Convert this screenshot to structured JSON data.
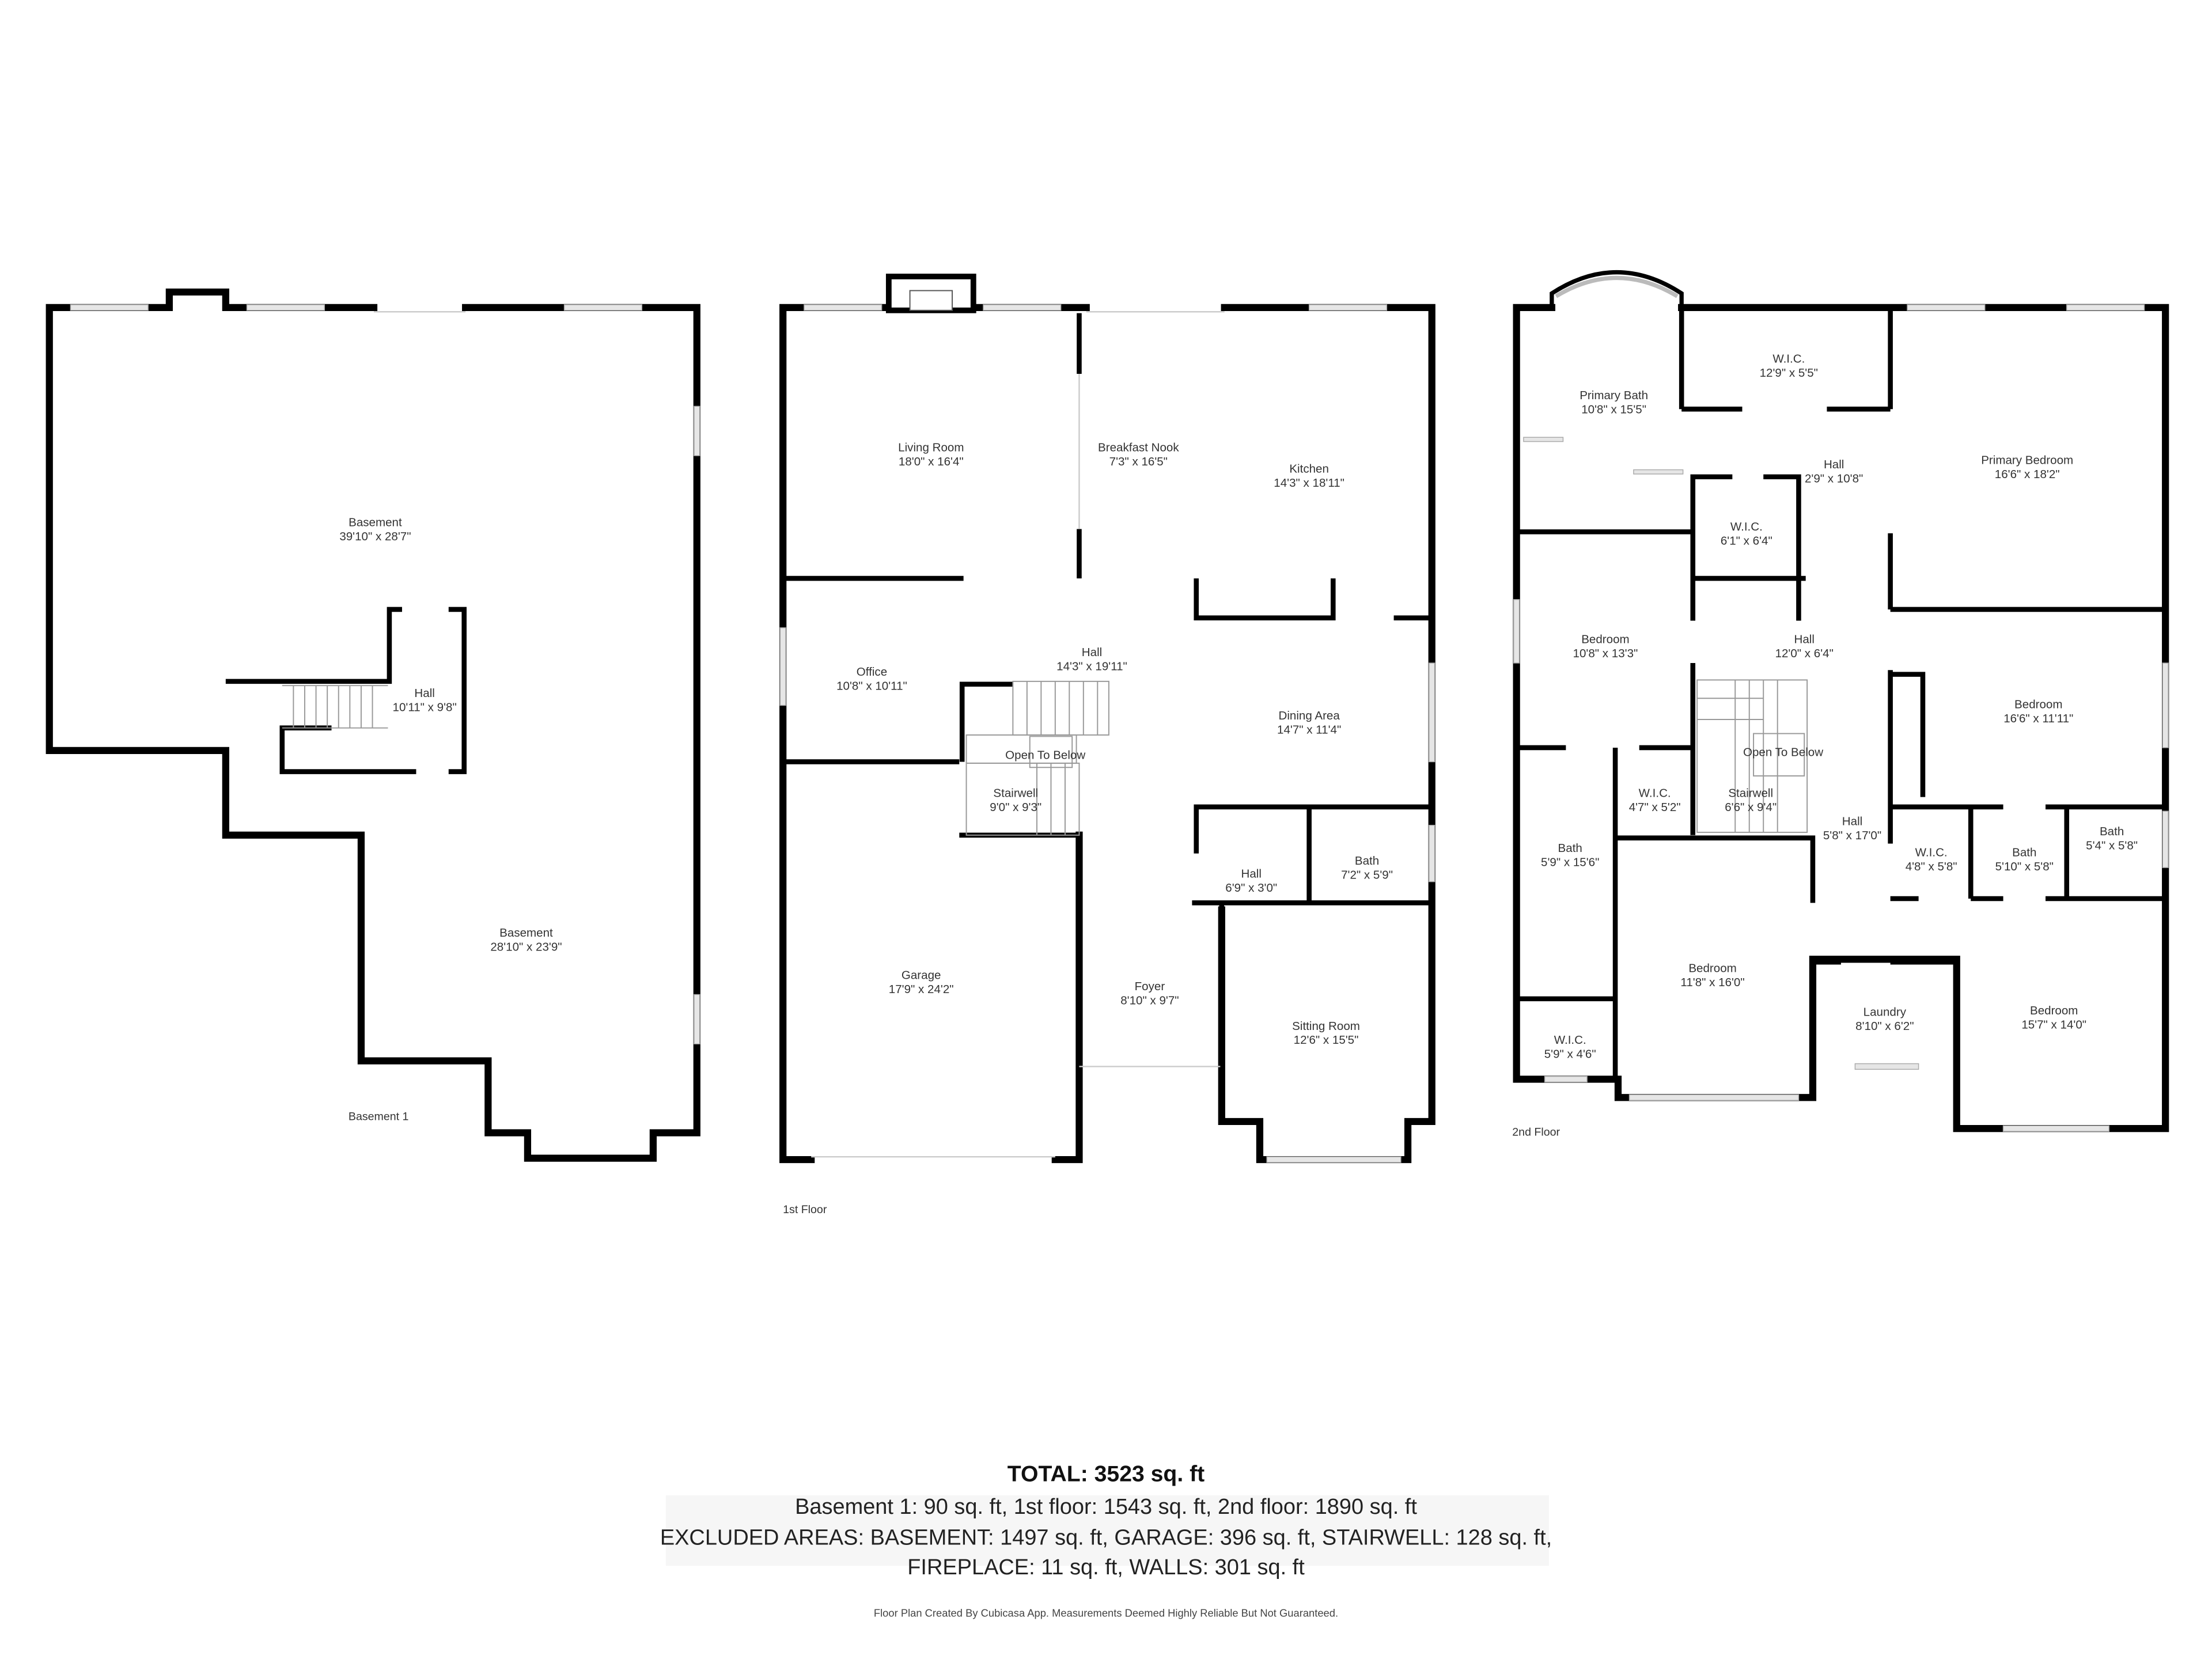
{
  "floors": [
    {
      "label": "Basement 1",
      "rooms": [
        {
          "name": "Basement",
          "dims": "39'10\" x 28'7\""
        },
        {
          "name": "Hall",
          "dims": "10'11\" x 9'8\""
        },
        {
          "name": "Basement",
          "dims": "28'10\" x 23'9\""
        }
      ]
    },
    {
      "label": "1st Floor",
      "rooms": [
        {
          "name": "Living Room",
          "dims": "18'0\" x 16'4\""
        },
        {
          "name": "Breakfast Nook",
          "dims": "7'3\" x 16'5\""
        },
        {
          "name": "Kitchen",
          "dims": "14'3\" x 18'11\""
        },
        {
          "name": "Office",
          "dims": "10'8\" x 10'11\""
        },
        {
          "name": "Hall",
          "dims": "14'3\" x 19'11\""
        },
        {
          "name": "Dining Area",
          "dims": "14'7\" x 11'4\""
        },
        {
          "name": "Open To Below",
          "dims": ""
        },
        {
          "name": "Stairwell",
          "dims": "9'0\" x 9'3\""
        },
        {
          "name": "Hall",
          "dims": "6'9\" x 3'0\""
        },
        {
          "name": "Bath",
          "dims": "7'2\" x 5'9\""
        },
        {
          "name": "Garage",
          "dims": "17'9\" x 24'2\""
        },
        {
          "name": "Foyer",
          "dims": "8'10\" x 9'7\""
        },
        {
          "name": "Sitting Room",
          "dims": "12'6\" x 15'5\""
        }
      ]
    },
    {
      "label": "2nd Floor",
      "rooms": [
        {
          "name": "Primary Bath",
          "dims": "10'8\" x 15'5\""
        },
        {
          "name": "W.I.C.",
          "dims": "12'9\" x 5'5\""
        },
        {
          "name": "Hall",
          "dims": "2'9\" x 10'8\""
        },
        {
          "name": "W.I.C.",
          "dims": "6'1\" x 6'4\""
        },
        {
          "name": "Primary Bedroom",
          "dims": "16'6\" x 18'2\""
        },
        {
          "name": "Bedroom",
          "dims": "10'8\" x 13'3\""
        },
        {
          "name": "Hall",
          "dims": "12'0\" x 6'4\""
        },
        {
          "name": "Bedroom",
          "dims": "16'6\" x 11'11\""
        },
        {
          "name": "Open To Below",
          "dims": ""
        },
        {
          "name": "W.I.C.",
          "dims": "4'7\" x 5'2\""
        },
        {
          "name": "Stairwell",
          "dims": "6'6\" x 9'4\""
        },
        {
          "name": "Hall",
          "dims": "5'8\" x 17'0\""
        },
        {
          "name": "Bath",
          "dims": "5'9\" x 15'6\""
        },
        {
          "name": "W.I.C.",
          "dims": "4'8\" x 5'8\""
        },
        {
          "name": "Bath",
          "dims": "5'10\" x 5'8\""
        },
        {
          "name": "Bath",
          "dims": "5'4\" x 5'8\""
        },
        {
          "name": "Bedroom",
          "dims": "11'8\" x 16'0\""
        },
        {
          "name": "Laundry",
          "dims": "8'10\" x 6'2\""
        },
        {
          "name": "W.I.C.",
          "dims": "5'9\" x 4'6\""
        },
        {
          "name": "Bedroom",
          "dims": "15'7\" x 14'0\""
        }
      ]
    }
  ],
  "summary": {
    "total": "TOTAL: 3523 sq. ft",
    "floors_line": "Basement 1: 90 sq. ft, 1st floor: 1543 sq. ft, 2nd floor: 1890 sq. ft",
    "excluded_line1": "EXCLUDED AREAS: BASEMENT: 1497 sq. ft, GARAGE: 396 sq. ft, STAIRWELL: 128 sq. ft,",
    "excluded_line2": "FIREPLACE: 11 sq. ft, WALLS: 301 sq. ft",
    "disclaimer": "Floor Plan Created By Cubicasa App. Measurements Deemed Highly Reliable But Not Guaranteed."
  },
  "colors": {
    "wall": "#000000",
    "window": "#e6e6e6",
    "background": "#ffffff"
  }
}
